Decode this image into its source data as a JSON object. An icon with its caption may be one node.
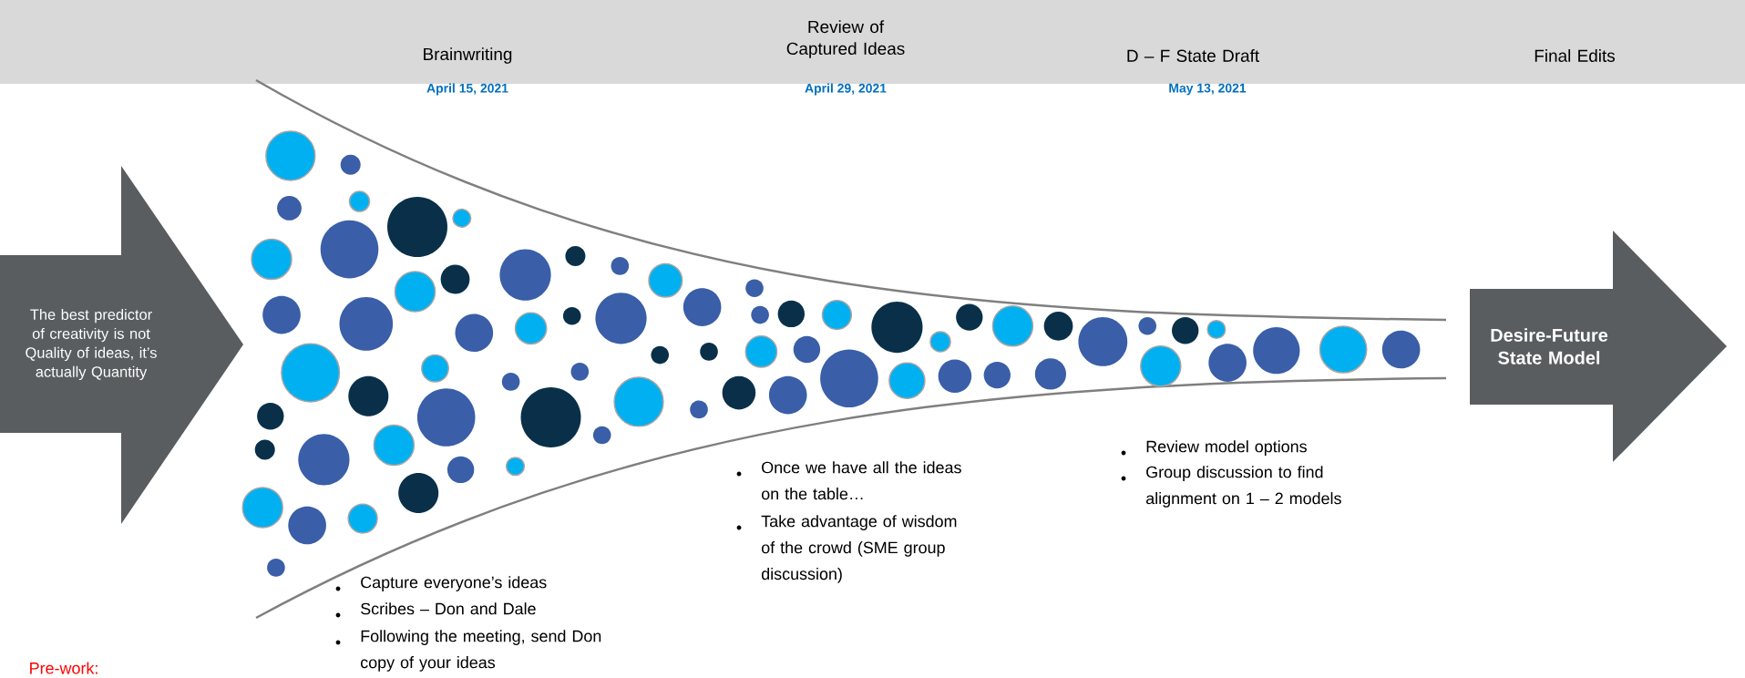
{
  "diagram": {
    "nodes": [
      {
        "text": [
          "The best predictor of creativity is not Quality of ideas, it’s actually Quantity"
        ]
      },
      {
        "text": [
          "Desire-Future State Model"
        ]
      }
    ],
    "labels": [
      "Brainwriting",
      "April 15, 2021",
      "Review of Captured Ideas",
      "April 29, 2021",
      "D – F State Draft",
      "May 13, 2021",
      "Final Edits",
      "Once we have all the ideas on the table…",
      "Take advantage of wisdom of the crowd (SME group discussion)",
      "Review model options",
      "Group discussion to find alignment on 1 – 2 models",
      "Capture everyone’s ideas",
      "Scribes – Don and Dale",
      "Following the meeting, send Don copy of your ideas",
      "Pre-work:"
    ]
  }
}
